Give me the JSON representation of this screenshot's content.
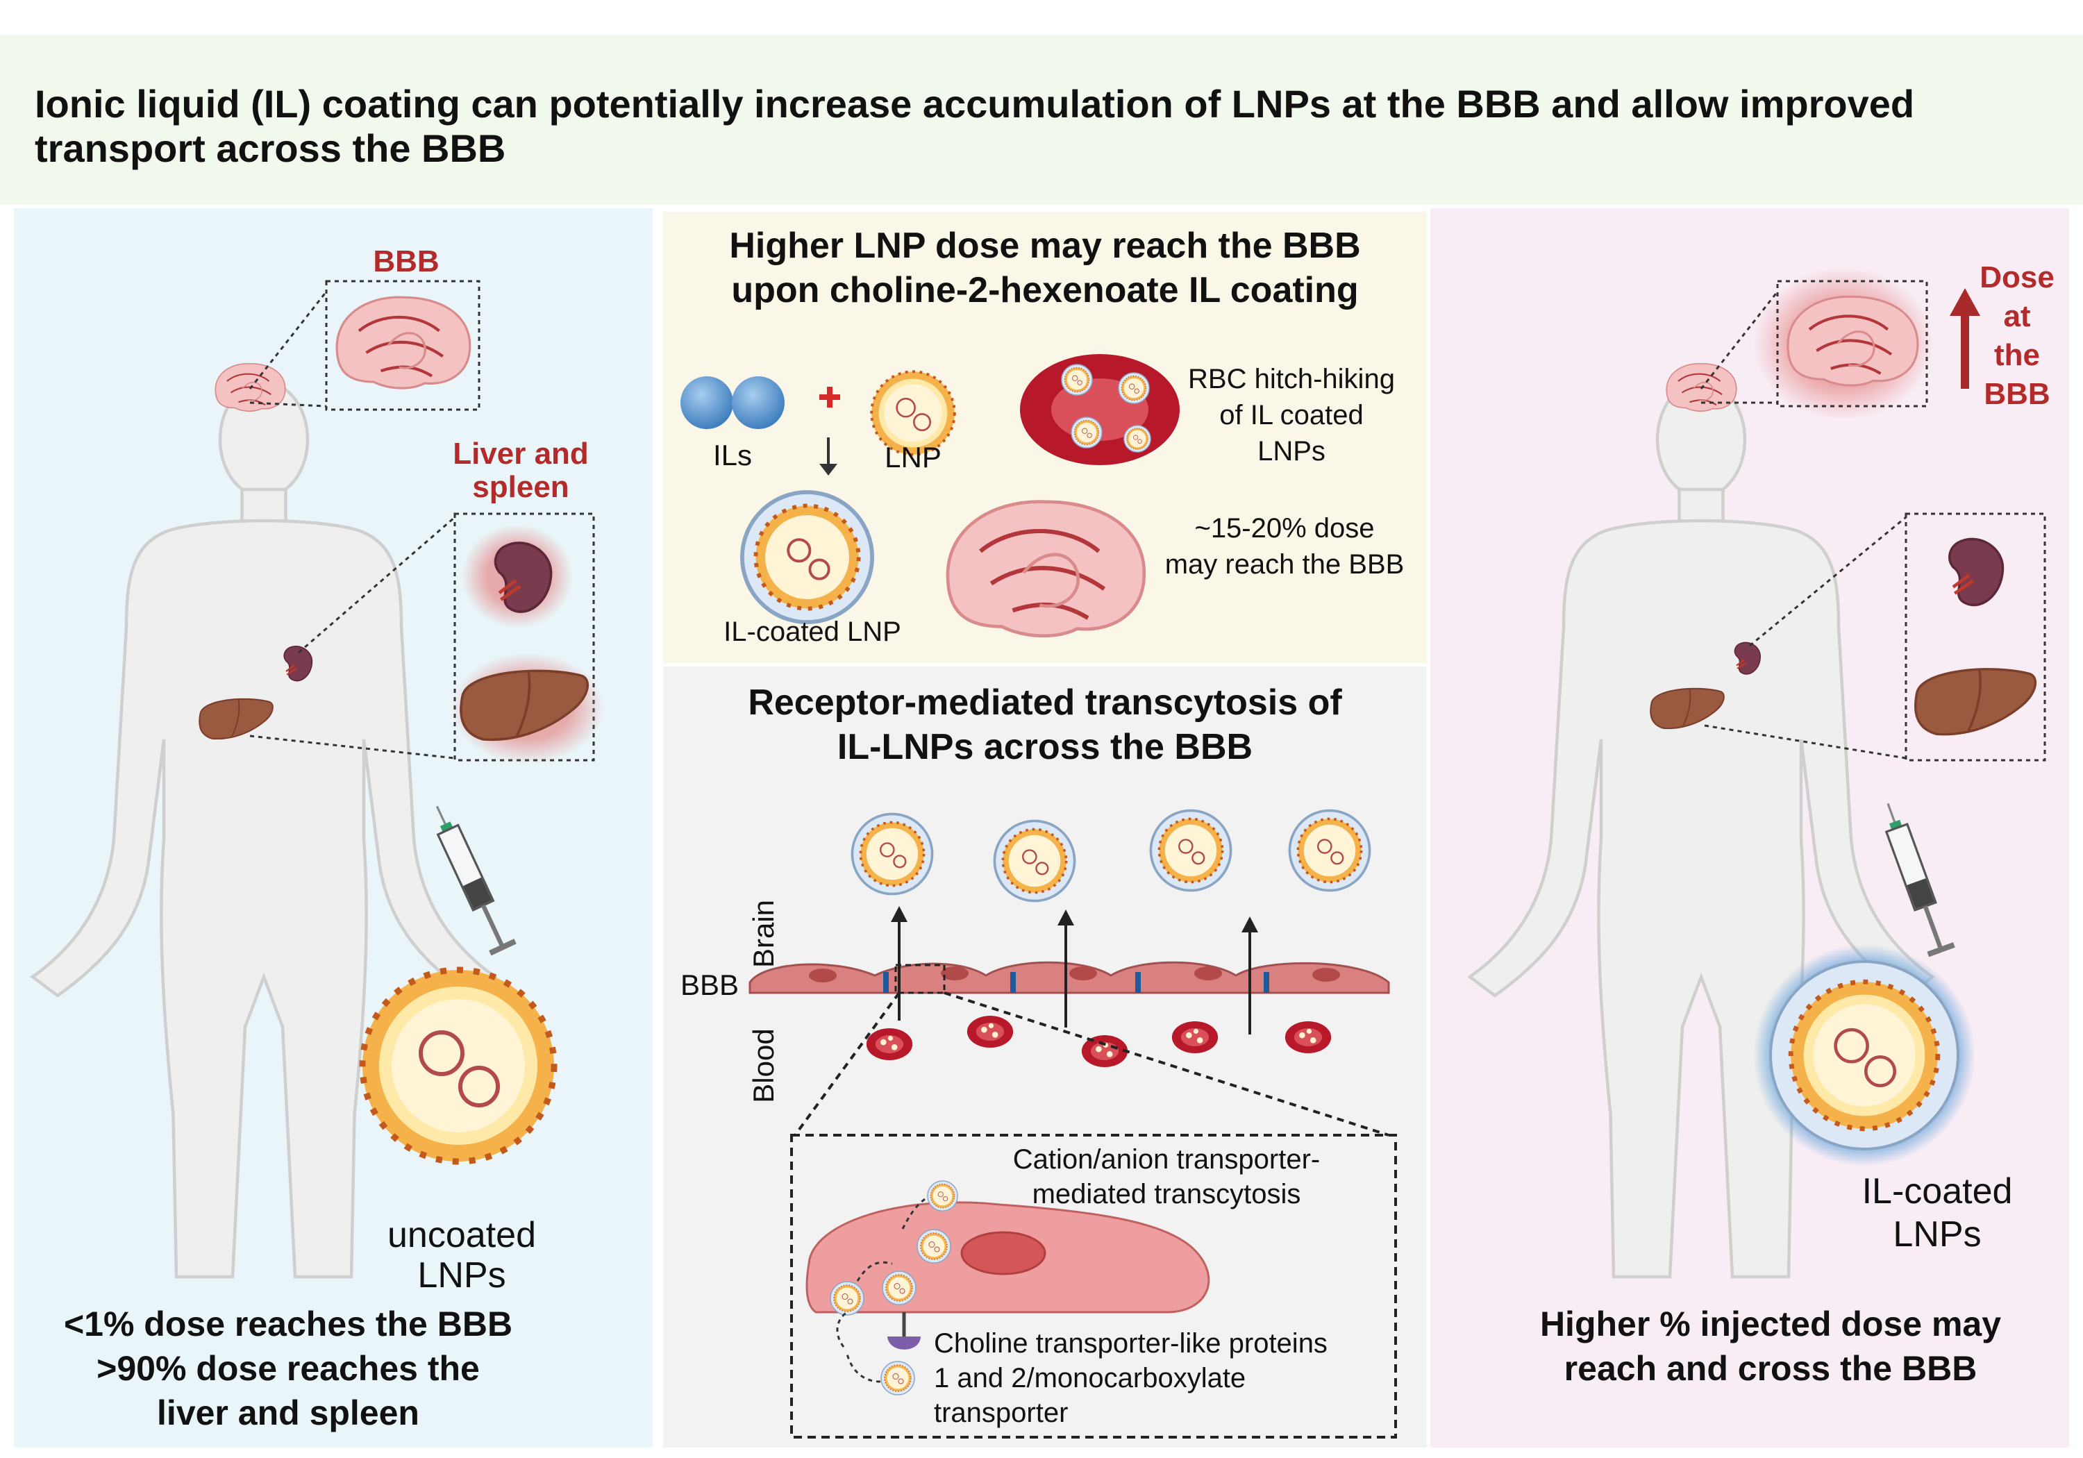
{
  "header": {
    "title": "Ionic liquid (IL) coating can potentially increase accumulation of LNPs at the BBB and allow improved transport across the BBB"
  },
  "left_panel": {
    "bbb_label": "BBB",
    "liver_spleen_label": "Liver and spleen",
    "lnp_label": "uncoated LNPs",
    "caption_line1": "<1% dose reaches the BBB",
    "caption_line2": ">90% dose reaches the",
    "caption_line3": "liver and spleen"
  },
  "middle_top": {
    "heading_line1": "Higher LNP dose may reach the BBB",
    "heading_line2": "upon choline-2-hexenoate IL coating",
    "ils_label": "ILs",
    "lnp_label": "LNP",
    "il_coated_label": "IL-coated LNP",
    "rbc_line1": "RBC hitch-hiking",
    "rbc_line2": "of IL coated",
    "rbc_line3": "LNPs",
    "dose_line1": "~15-20% dose",
    "dose_line2": "may reach the BBB"
  },
  "middle_bottom": {
    "heading_line1": "Receptor-mediated transcytosis of",
    "heading_line2": "IL-LNPs across the BBB",
    "brain_label": "Brain",
    "bbb_label": "BBB",
    "blood_label": "Blood",
    "cation_line1": "Cation/anion transporter-",
    "cation_line2": "mediated transcytosis",
    "choline_line1": "Choline transporter-like proteins",
    "choline_line2": "1 and 2/monocarboxylate",
    "choline_line3": "transporter"
  },
  "right_panel": {
    "dose_line1": "Dose",
    "dose_line2": "at",
    "dose_line3": "the",
    "dose_line4": "BBB",
    "lnp_line1": "IL-coated",
    "lnp_line2": "LNPs",
    "caption_line1": "Higher % injected dose may",
    "caption_line2": "reach and cross the BBB"
  },
  "colors": {
    "accent_red": "#b22a2a",
    "liver": "#9a5a40",
    "spleen": "#7a3b4e",
    "rbc": "#b7192b"
  }
}
